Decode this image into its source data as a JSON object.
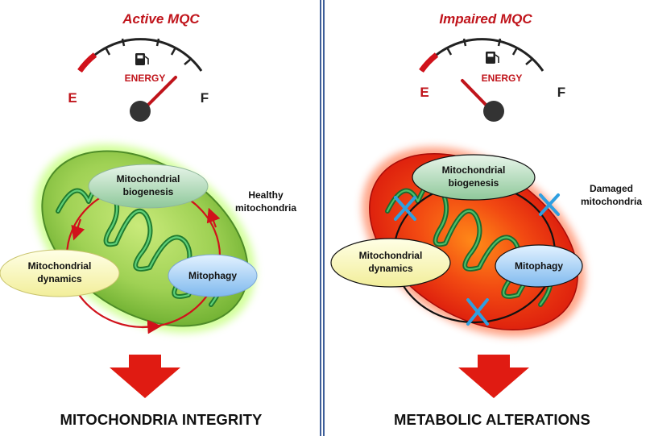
{
  "left": {
    "title": "Active MQC",
    "gauge": {
      "label": "ENERGY",
      "empty_mark": "E",
      "full_mark": "F",
      "level": "high"
    },
    "bubbles": {
      "biogenesis": "Mitochondrial biogenesis",
      "dynamics": "Mitochondrial dynamics",
      "mitophagy": "Mitophagy"
    },
    "state_label": "Healthy mitochondria",
    "footer": "MITOCHONDRIA INTEGRITY"
  },
  "right": {
    "title": "Impaired MQC",
    "gauge": {
      "label": "ENERGY",
      "empty_mark": "E",
      "full_mark": "F",
      "level": "low"
    },
    "bubbles": {
      "biogenesis": "Mitochondrial biogenesis",
      "dynamics": "Mitochondrial dynamics",
      "mitophagy": "Mitophagy"
    },
    "state_label": "Damaged mitochondria",
    "footer": "METABOLIC ALTERATIONS"
  },
  "colors": {
    "title": "#c0141b",
    "healthy_membrane": "#7dc242",
    "damaged_membrane": "#e3160f",
    "cycle_healthy": "#d0121b",
    "cycle_damaged": "#111111",
    "block_mark": "#2f9fe0",
    "arrow": "#e01b12",
    "divider": "#3f5f9a"
  }
}
